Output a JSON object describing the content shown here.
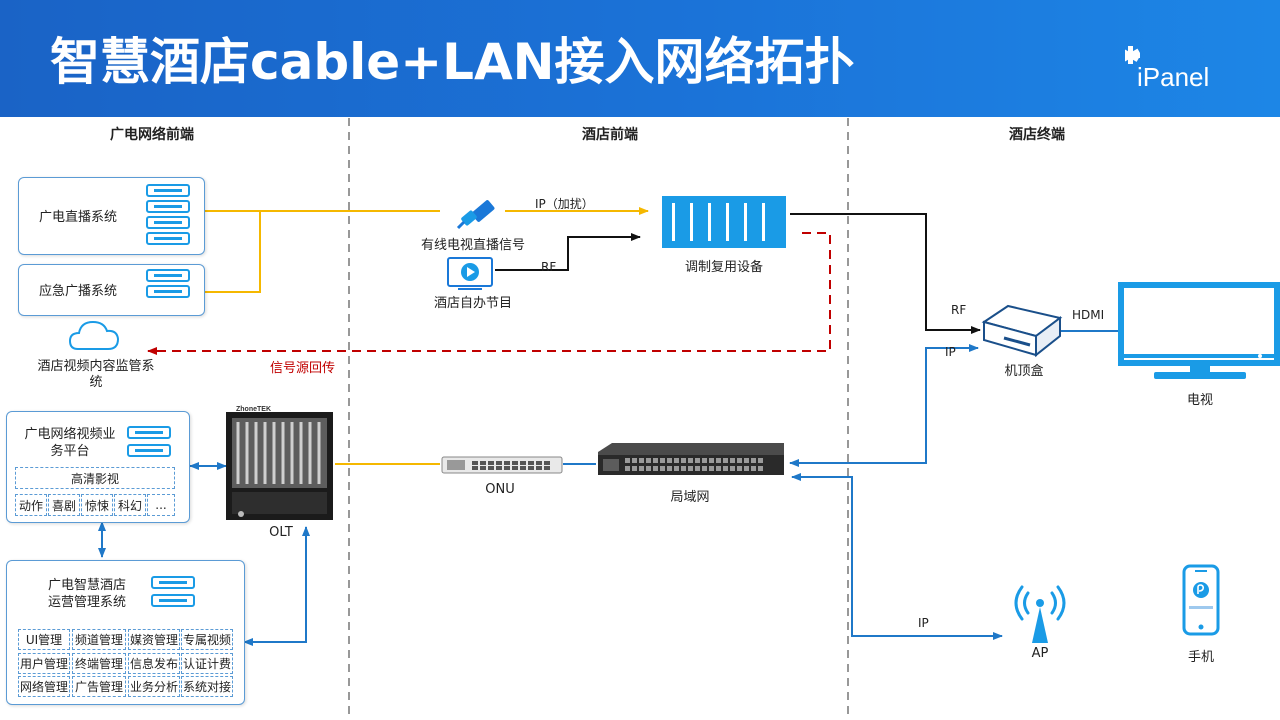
{
  "header": {
    "title": "智慧酒店cable+LAN接入网络拓扑",
    "logo_text": "iPanel"
  },
  "sections": {
    "left": "广电网络前端",
    "middle": "酒店前端",
    "right": "酒店终端"
  },
  "nodes": {
    "broadcast_live": "广电直播系统",
    "emergency_broadcast": "应急广播系统",
    "content_monitor": "酒店视频内容监管系统",
    "cable_signal": "有线电视直播信号",
    "hotel_program": "酒店自办节目",
    "modulator": "调制复用设备",
    "stb": "机顶盒",
    "tv": "电视",
    "olt": "OLT",
    "onu": "ONU",
    "lan": "局域网",
    "ap": "AP",
    "phone": "手机",
    "olt_brand": "ZhoneTEK"
  },
  "video_platform": {
    "title_line1": "广电网络视频业",
    "title_line2": "务平台",
    "featured": "高清影视",
    "genres": [
      "动作",
      "喜剧",
      "惊悚",
      "科幻",
      "..."
    ]
  },
  "ops_system": {
    "title_line1": "广电智慧酒店",
    "title_line2": "运营管理系统",
    "modules": [
      [
        "UI管理",
        "频道管理",
        "媒资管理",
        "专属视频"
      ],
      [
        "用户管理",
        "终端管理",
        "信息发布",
        "认证计费"
      ],
      [
        "网络管理",
        "广告管理",
        "业务分析",
        "系统对接"
      ]
    ]
  },
  "links": {
    "ip_scrambled": "IP（加扰）",
    "rf_1": "RF",
    "rf_2": "RF",
    "hdmi": "HDMI",
    "ip_stb": "IP",
    "ip_ap": "IP",
    "signal_return": "信号源回传"
  },
  "colors": {
    "header_blue": "#1b6fd4",
    "feed_yellow": "#f5b800",
    "link_blue": "#1f78c8",
    "return_red": "#c00000",
    "device_blue": "#1a9be6"
  }
}
